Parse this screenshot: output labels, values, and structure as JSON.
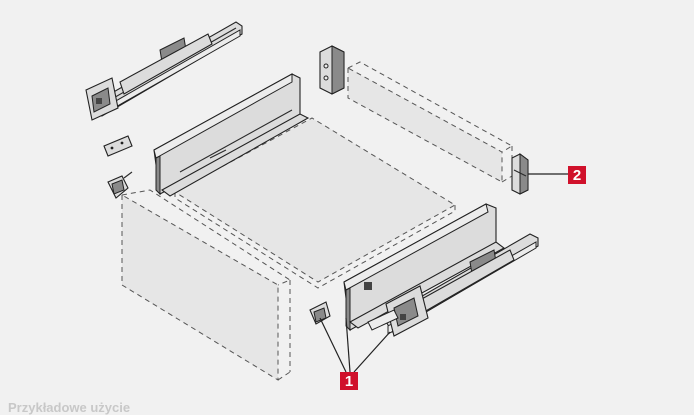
{
  "callouts": [
    {
      "label": "1"
    },
    {
      "label": "2"
    }
  ],
  "caption": "Przykładowe użycie",
  "colors": {
    "badge": "#d0112b",
    "background": "#f1f1f1",
    "caption": "#c8c8c8"
  }
}
